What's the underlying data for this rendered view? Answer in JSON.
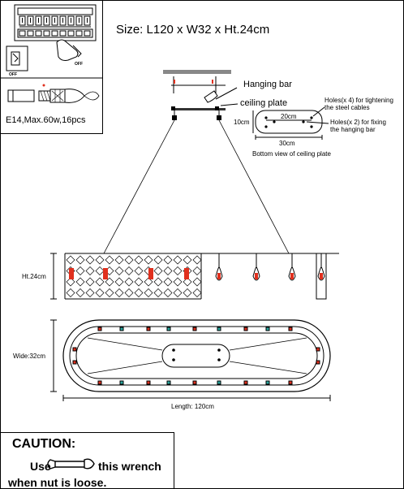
{
  "size_text": "Size: L120 x W32 x Ht.24cm",
  "bulb_spec": "E14,Max.60w,16pcs",
  "labels": {
    "hanging_bar": "Hanging bar",
    "ceiling_plate": "ceiling plate",
    "holes_steel_line1": "Holes(x 4) for tightening",
    "holes_steel_line2": "the steel cables",
    "holes_fix_line1": "Holes(x 2) for fixing",
    "holes_fix_line2": "the hanging bar",
    "dim_20cm": "20cm",
    "dim_10cm": "10cm",
    "dim_30cm": "30cm",
    "bottom_view": "Bottom view of ceiling plate",
    "height": "Ht.24cm",
    "width": "Wide:32cm",
    "length": "Length: 120cm"
  },
  "caution": {
    "title": "CAUTION:",
    "use": "Use",
    "this_wrench": "this wrench",
    "when_loose": "when nut  is loose."
  },
  "colors": {
    "line": "#000000",
    "red": "#e0301e",
    "teal": "#2aa7a0",
    "gray": "#888888"
  }
}
